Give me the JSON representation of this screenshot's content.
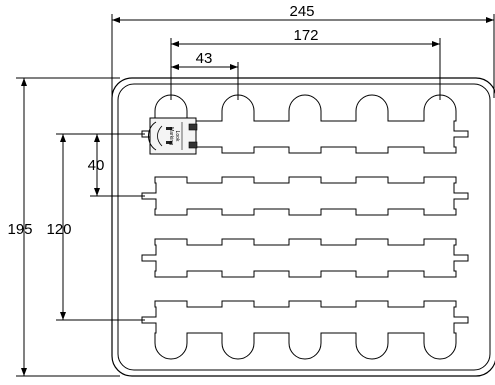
{
  "drawing": {
    "dimensions": {
      "overall_width": "245",
      "pitch_span": "172",
      "pocket_offset": "43",
      "overall_height": "195",
      "row_span": "120",
      "row_pitch": "40"
    },
    "pocket_rows": 4,
    "pockets_per_row": 5,
    "part_label": {
      "line1": "Look",
      "line2": "Marking"
    }
  }
}
